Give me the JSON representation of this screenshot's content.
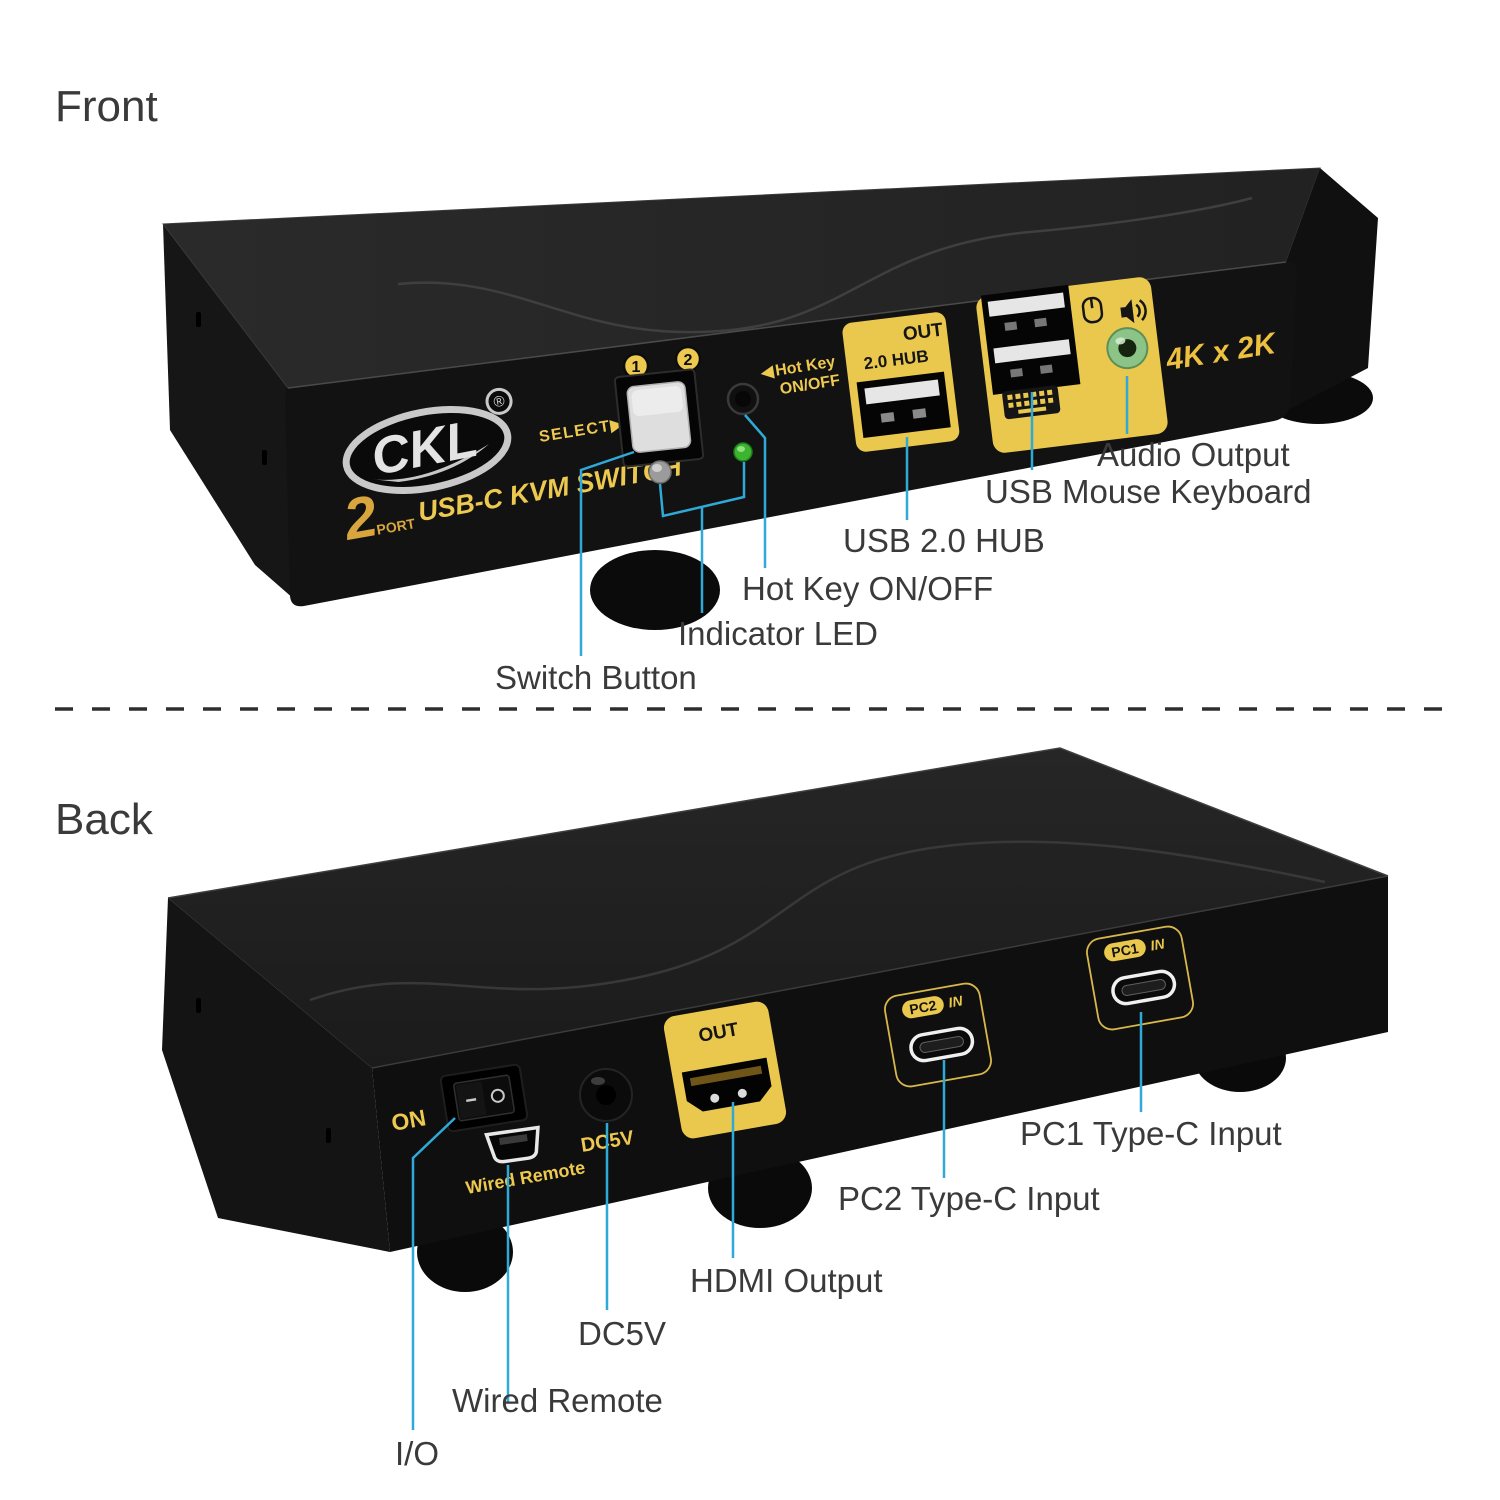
{
  "front_section": {
    "title": "Front",
    "device": {
      "brand": "CKL",
      "registered_mark": "®",
      "port_count": "2",
      "port_word": "PORT",
      "product_name": "USB-C KVM SWITCH",
      "select_label": "SELECT▶",
      "port_number_1": "1",
      "port_number_2": "2",
      "hotkey_arrow": "◀",
      "hotkey_label_line1": "Hot Key",
      "hotkey_label_line2": "ON/OFF",
      "hub_out_label": "OUT",
      "hub_label": "2.0 HUB",
      "resolution_label": "4K x 2K"
    },
    "callouts": {
      "switch_button": "Switch Button",
      "indicator_led": "Indicator LED",
      "hotkey_on_off": "Hot Key ON/OFF",
      "usb_20_hub": "USB 2.0 HUB",
      "usb_mouse_keyboard": "USB Mouse Keyboard",
      "audio_output": "Audio Output"
    }
  },
  "back_section": {
    "title": "Back",
    "device": {
      "power_label": "ON",
      "wired_remote_label": "Wired Remote",
      "dc_label": "DC5V",
      "out_label": "OUT",
      "pc2_label": "PC2",
      "pc1_label": "PC1",
      "in_label": "IN"
    },
    "callouts": {
      "io": "I/O",
      "wired_remote": "Wired Remote",
      "dc5v": "DC5V",
      "hdmi_output": "HDMI Output",
      "pc2_input": "PC2 Type-C Input",
      "pc1_input": "PC1 Type-C Input"
    }
  },
  "colors": {
    "callout_line": "#2fa9d8",
    "panel_yellow": "#eac84e",
    "device_text_yellow": "#eec94f",
    "label_text": "#3a3a3a",
    "led_green": "#3bb42f",
    "audio_jack_green": "#8cc487"
  }
}
